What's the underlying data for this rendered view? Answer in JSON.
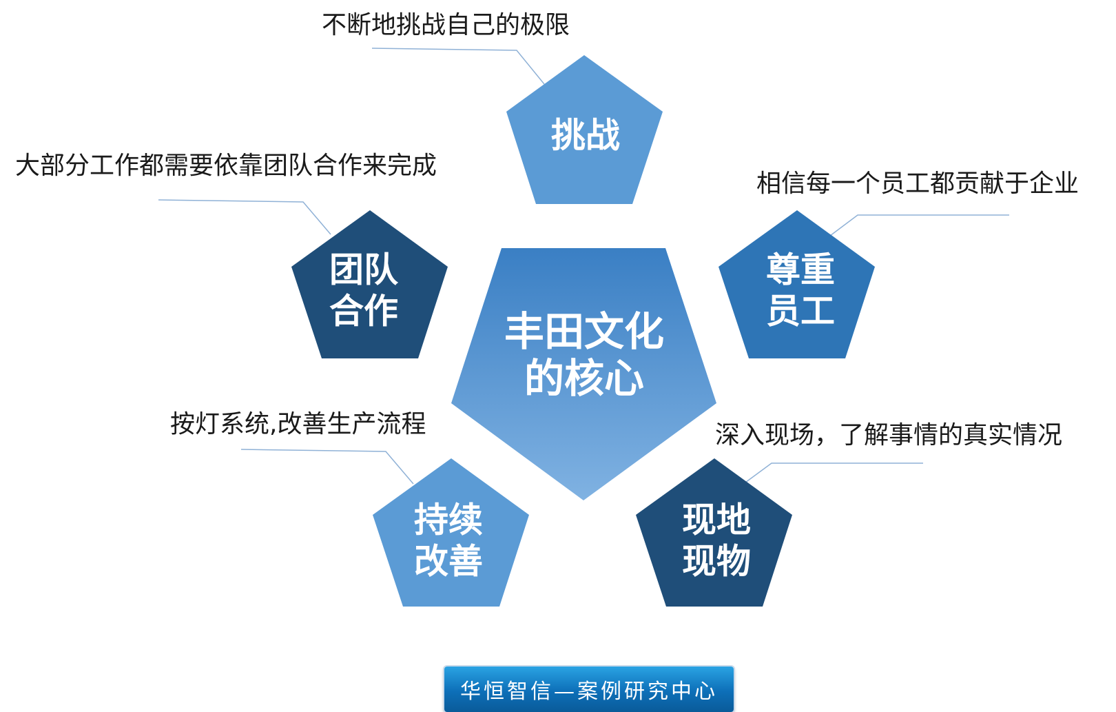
{
  "center": {
    "line1": "丰田文化",
    "line2": "的核心"
  },
  "nodes": {
    "challenge": {
      "line1": "挑战",
      "description": "不断地挑战自己的极限",
      "color": "#5b9bd5"
    },
    "teamwork": {
      "line1": "团队",
      "line2": "合作",
      "description": "大部分工作都需要依靠团队合作来完成",
      "color": "#1f4e79"
    },
    "respect": {
      "line1": "尊重",
      "line2": "员工",
      "description": "相信每一个员工都贡献于企业",
      "color": "#2e75b6"
    },
    "kaizen": {
      "line1": "持续",
      "line2": "改善",
      "description": "按灯系统,改善生产流程",
      "color": "#5b9bd5"
    },
    "genba": {
      "line1": "现地",
      "line2": "现物",
      "description": "深入现场，了解事情的真实情况",
      "color": "#1f4e79"
    }
  },
  "footer": {
    "label": "华恒智信—案例研究中心"
  },
  "colors": {
    "center_top": "#3a7fc4",
    "center_bottom": "#7fb0e0",
    "leader": "#8fb1d6"
  }
}
